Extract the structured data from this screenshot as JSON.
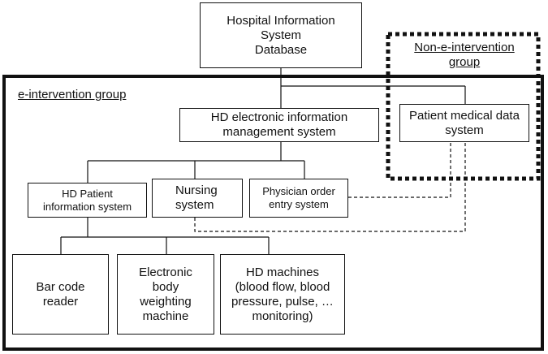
{
  "groups": {
    "e_intervention": "e-intervention group",
    "non_e_intervention": "Non-e-intervention\ngroup"
  },
  "nodes": {
    "his_database": "Hospital Information\nSystem\nDatabase",
    "hd_electronic_info": "HD electronic information\nmanagement  system",
    "patient_medical_data": "Patient medical data\nsystem",
    "hd_patient_info": "HD Patient\ninformation  system",
    "nursing": "Nursing\nsystem",
    "physician_order": "Physician  order\nentry system",
    "bar_code": "Bar code\nreader",
    "body_weighting": "Electronic\nbody\nweighting\nmachine",
    "hd_machines": "HD machines\n(blood flow, blood\npressure, pulse, …\nmonitoring)"
  }
}
